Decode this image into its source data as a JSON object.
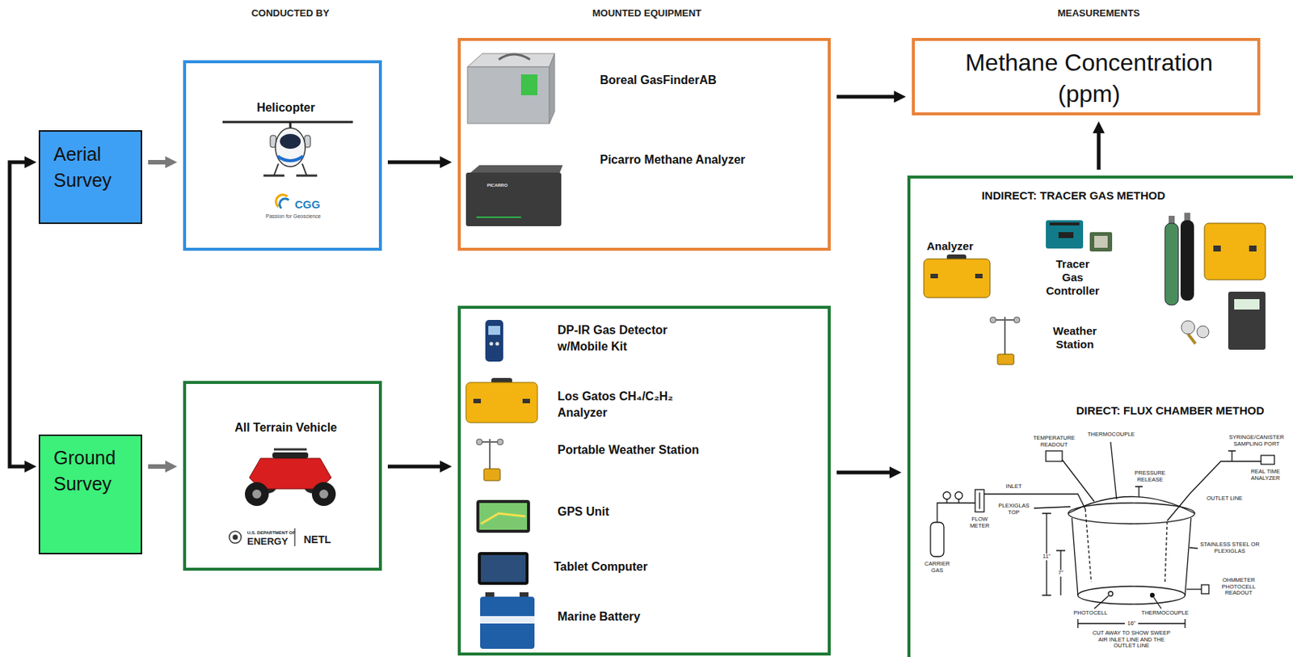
{
  "diagram": {
    "nodes": [
      {
        "text": [
          "Aerial Survey"
        ]
      },
      {
        "text": [
          "Helicopter",
          "CGG",
          "Passion for Geoscience"
        ]
      },
      {
        "text": [
          "Boreal GasFinderAB",
          "Picarro Methane Analyzer"
        ]
      },
      {
        "text": [
          "Methane Concentration (ppm)"
        ]
      },
      {
        "text": [
          "Ground Survey"
        ]
      },
      {
        "text": [
          "All Terrain Vehicle",
          "U.S. DEPARTMENT OF",
          "ENERGY",
          "NETL"
        ]
      },
      {
        "text": [
          "DP-IR Gas Detector w/Mobile Kit",
          "Los Gatos CH₄/C₂H₂ Analyzer",
          "Portable Weather Station",
          "GPS Unit",
          "Tablet Computer",
          "Marine Battery"
        ]
      },
      {
        "text": [
          "INDIRECT: TRACER GAS METHOD",
          "Analyzer",
          "Tracer Gas Controller",
          "Weather Station",
          "DIRECT: FLUX CHAMBER METHOD"
        ]
      }
    ],
    "edges": [
      {
        "from": 0,
        "to": 1,
        "arrow": "to"
      },
      {
        "from": 1,
        "to": 2,
        "arrow": "to"
      },
      {
        "from": 2,
        "to": 3,
        "arrow": "to"
      },
      {
        "from": 4,
        "to": 5,
        "arrow": "to"
      },
      {
        "from": 5,
        "to": 6,
        "arrow": "to"
      },
      {
        "from": 6,
        "to": 7,
        "arrow": "to"
      },
      {
        "from": 7,
        "to": 3,
        "arrow": "to"
      },
      {
        "from": 0,
        "to": 4,
        "arrow": "both"
      }
    ],
    "labels": [
      "CONDUCTED BY",
      "MOUNTED EQUIPMENT",
      "MEASUREMENTS",
      "PICARRO",
      "TEMPERATURE READOUT",
      "THERMOCOUPLE",
      "SYRINGE/CANISTER SAMPLING PORT",
      "INLET",
      "PRESSURE RELEASE",
      "REAL TIME ANALYZER",
      "PLEXIGLAS TOP",
      "FLOW METER",
      "OUTLET LINE",
      "CARRIER GAS",
      "STAINLESS STEEL OR PLEXIGLAS",
      "OHMMETER PHOTOCELL READOUT",
      "PHOTOCELL",
      "THERMOCOUPLE",
      "16\"",
      "11\"",
      "7\"",
      "CUT AWAY TO SHOW SWEEP AIR INLET LINE AND THE OUTLET LINE"
    ]
  }
}
